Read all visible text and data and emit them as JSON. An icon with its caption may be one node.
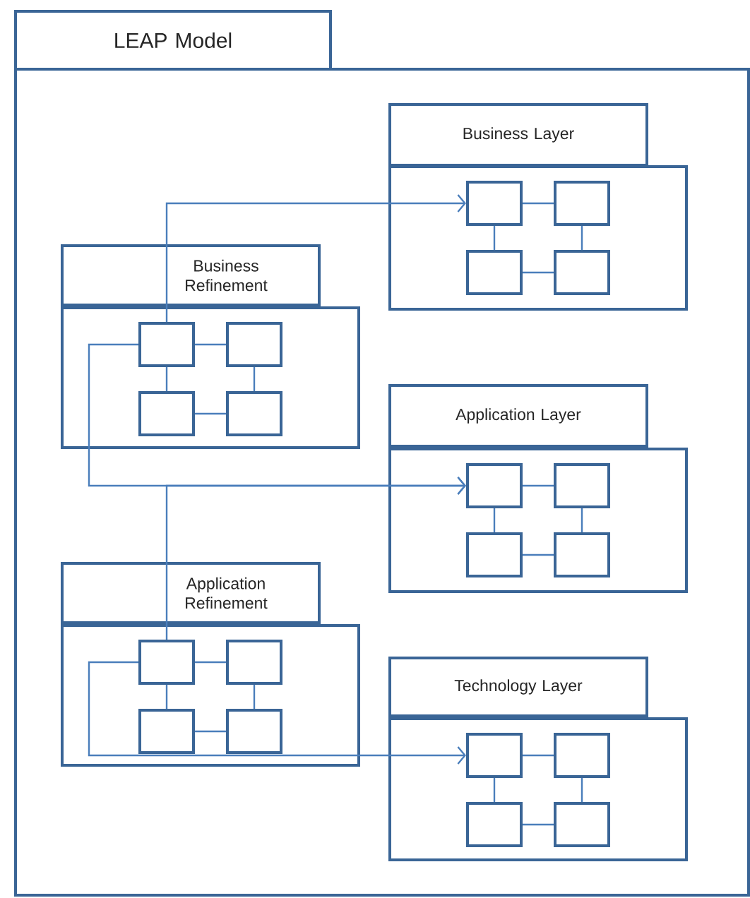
{
  "diagram": {
    "nodes": [
      {
        "text": [
          "LEAP Model"
        ]
      },
      {
        "text": [
          "Business Layer"
        ],
        "in": 0
      },
      {
        "text": [],
        "shape": "box",
        "in": 1
      },
      {
        "text": [],
        "shape": "box",
        "in": 1
      },
      {
        "text": [],
        "shape": "box",
        "in": 1
      },
      {
        "text": [],
        "shape": "box",
        "in": 1
      },
      {
        "text": [
          "Business Refinement"
        ],
        "in": 0
      },
      {
        "text": [],
        "shape": "box",
        "in": 6
      },
      {
        "text": [],
        "shape": "box",
        "in": 6
      },
      {
        "text": [],
        "shape": "box",
        "in": 6
      },
      {
        "text": [],
        "shape": "box",
        "in": 6
      },
      {
        "text": [
          "Application Layer"
        ],
        "in": 0
      },
      {
        "text": [],
        "shape": "box",
        "in": 11
      },
      {
        "text": [],
        "shape": "box",
        "in": 11
      },
      {
        "text": [],
        "shape": "box",
        "in": 11
      },
      {
        "text": [],
        "shape": "box",
        "in": 11
      },
      {
        "text": [
          "Application Refinement"
        ],
        "in": 0
      },
      {
        "text": [],
        "shape": "box",
        "in": 16
      },
      {
        "text": [],
        "shape": "box",
        "in": 16
      },
      {
        "text": [],
        "shape": "box",
        "in": 16
      },
      {
        "text": [],
        "shape": "box",
        "in": 16
      },
      {
        "text": [
          "Technology Layer"
        ],
        "in": 0
      },
      {
        "text": [],
        "shape": "box",
        "in": 21
      },
      {
        "text": [],
        "shape": "box",
        "in": 21
      },
      {
        "text": [],
        "shape": "box",
        "in": 21
      },
      {
        "text": [],
        "shape": "box",
        "in": 21
      }
    ],
    "edges": [
      {
        "from": 2,
        "to": 3,
        "arrow": "none"
      },
      {
        "from": 2,
        "to": 4,
        "arrow": "none"
      },
      {
        "from": 3,
        "to": 5,
        "arrow": "none"
      },
      {
        "from": 4,
        "to": 5,
        "arrow": "none"
      },
      {
        "from": 7,
        "to": 8,
        "arrow": "none"
      },
      {
        "from": 7,
        "to": 9,
        "arrow": "none"
      },
      {
        "from": 8,
        "to": 10,
        "arrow": "none"
      },
      {
        "from": 9,
        "to": 10,
        "arrow": "none"
      },
      {
        "from": 12,
        "to": 13,
        "arrow": "none"
      },
      {
        "from": 12,
        "to": 14,
        "arrow": "none"
      },
      {
        "from": 13,
        "to": 15,
        "arrow": "none"
      },
      {
        "from": 14,
        "to": 15,
        "arrow": "none"
      },
      {
        "from": 17,
        "to": 18,
        "arrow": "none"
      },
      {
        "from": 17,
        "to": 19,
        "arrow": "none"
      },
      {
        "from": 18,
        "to": 20,
        "arrow": "none"
      },
      {
        "from": 19,
        "to": 20,
        "arrow": "none"
      },
      {
        "from": 22,
        "to": 23,
        "arrow": "none"
      },
      {
        "from": 22,
        "to": 24,
        "arrow": "none"
      },
      {
        "from": 23,
        "to": 25,
        "arrow": "none"
      },
      {
        "from": 24,
        "to": 25,
        "arrow": "none"
      },
      {
        "from": 7,
        "to": 2,
        "arrow": "to"
      },
      {
        "from": 7,
        "to": 12,
        "arrow": "to"
      },
      {
        "from": 17,
        "to": 12,
        "arrow": "to"
      },
      {
        "from": 17,
        "to": 22,
        "arrow": "to"
      }
    ]
  }
}
